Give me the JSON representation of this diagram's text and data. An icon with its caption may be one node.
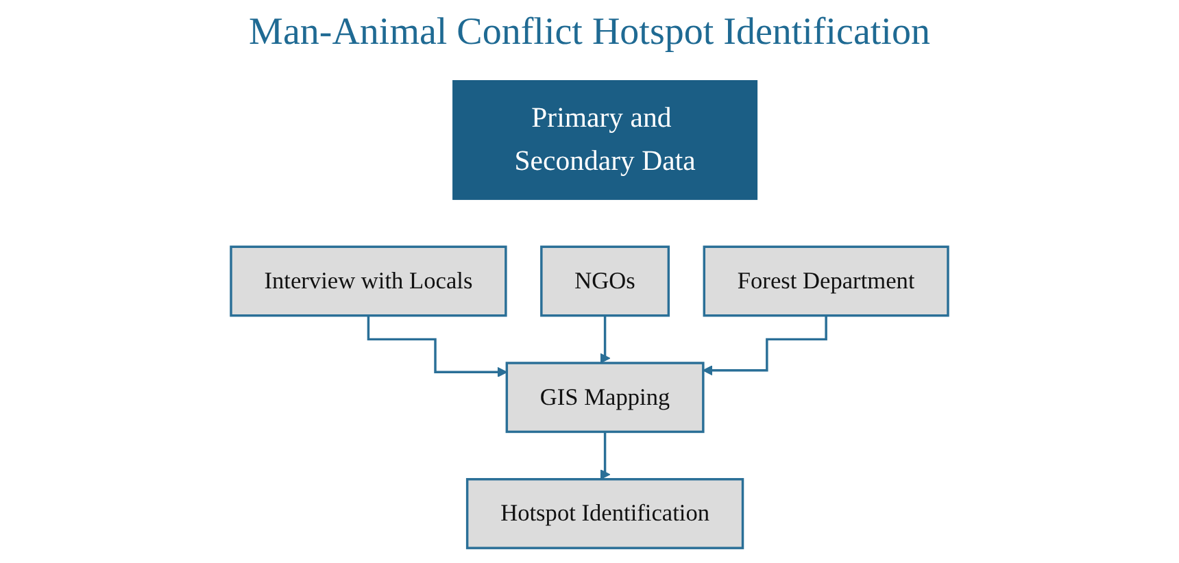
{
  "diagram": {
    "title": "Man-Animal Conflict Hotspot Identification",
    "nodes": [
      {
        "text": [
          "Primary and Secondary Data"
        ]
      },
      {
        "text": [
          "Interview with Locals"
        ]
      },
      {
        "text": [
          "NGOs"
        ]
      },
      {
        "text": [
          "Forest Department"
        ]
      },
      {
        "text": [
          "GIS Mapping"
        ]
      },
      {
        "text": [
          "Hotspot Identification"
        ]
      }
    ],
    "edges": [
      {
        "from": 1,
        "to": 4,
        "arrow": "to"
      },
      {
        "from": 2,
        "to": 4,
        "arrow": "to"
      },
      {
        "from": 3,
        "to": 4,
        "arrow": "to"
      },
      {
        "from": 4,
        "to": 5,
        "arrow": "to"
      }
    ]
  }
}
